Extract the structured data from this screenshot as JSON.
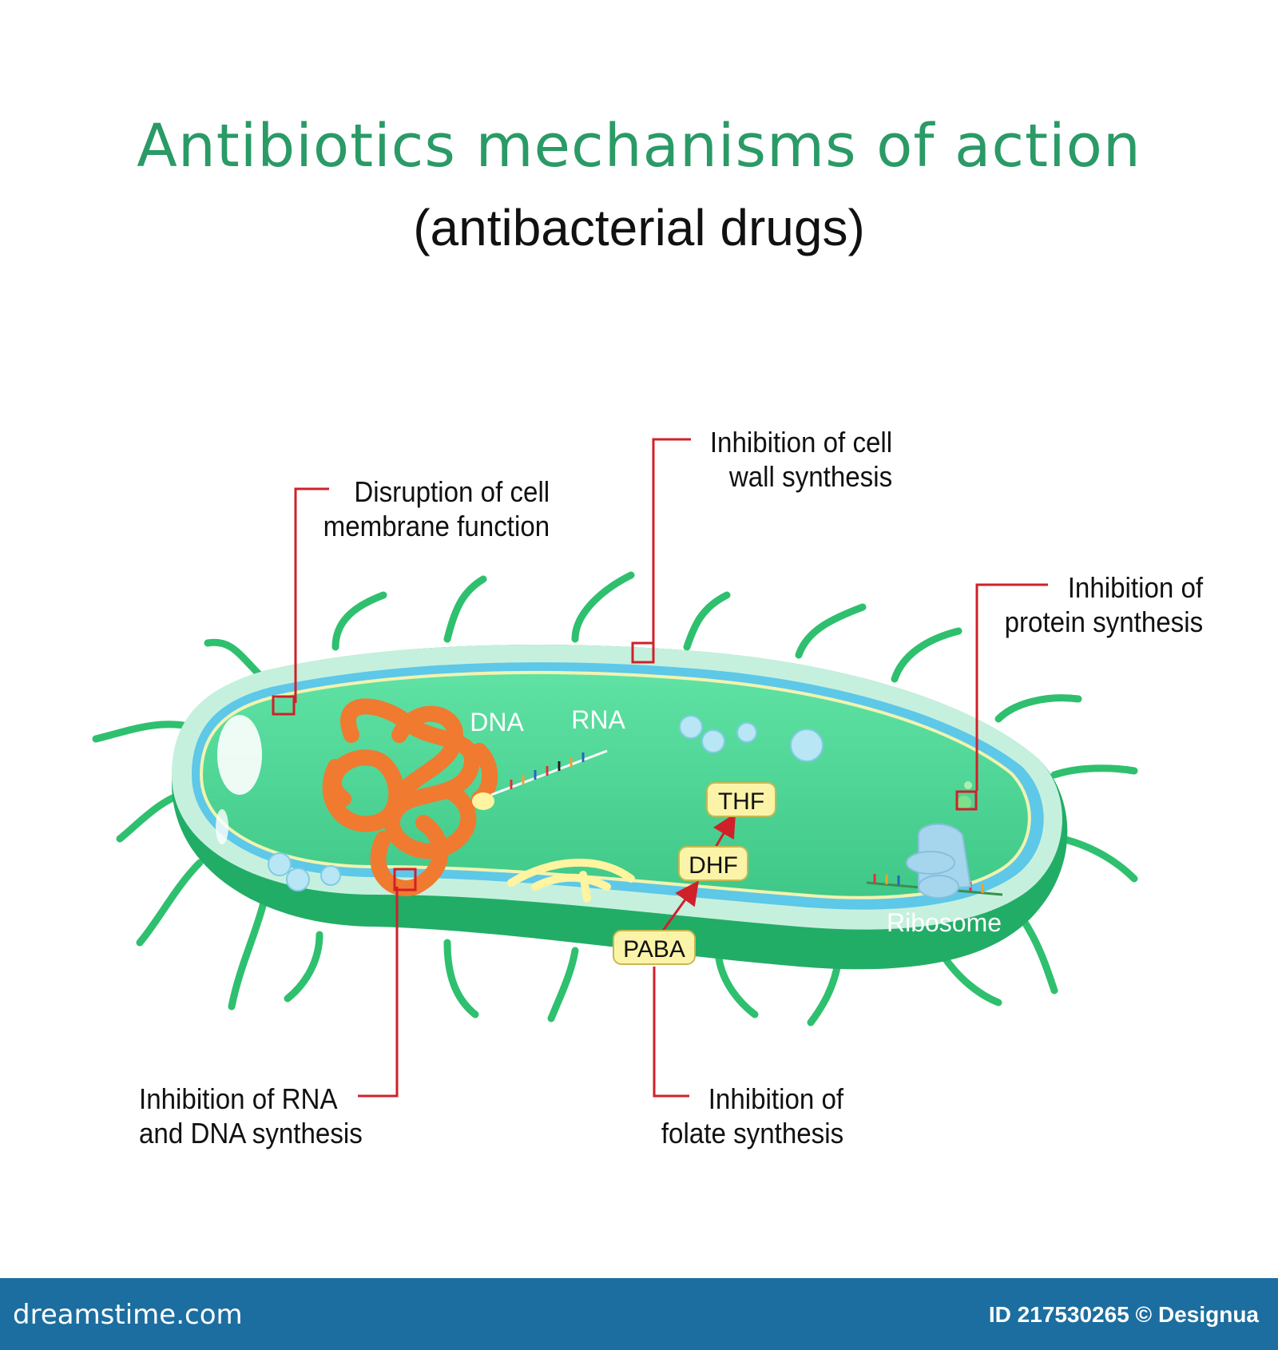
{
  "title": "Antibiotics mechanisms of action",
  "subtitle": "(antibacterial drugs)",
  "labels": {
    "membrane": [
      "Disruption of cell",
      "membrane function"
    ],
    "cell_wall": [
      "Inhibition of cell",
      "wall synthesis"
    ],
    "protein": [
      "Inhibition of",
      "protein synthesis"
    ],
    "rna_dna": [
      "Inhibition of RNA",
      "and DNA synthesis"
    ],
    "folate": [
      "Inhibition of",
      "folate synthesis"
    ]
  },
  "structures": {
    "dna": "DNA",
    "rna": "RNA",
    "thf": "THF",
    "dhf": "DHF",
    "paba": "PABA",
    "ribosome": "Ribosome"
  },
  "footer": {
    "site": "dreamstime.com",
    "credit": "ID 217530265 © Designua"
  },
  "colors": {
    "title": "#2a9a66",
    "cell_body": "#4fd898",
    "cell_outer": "#1eaa62",
    "leader_line": "#d0202a",
    "dna": "#f07a30",
    "footer": "#1c6ea0"
  }
}
